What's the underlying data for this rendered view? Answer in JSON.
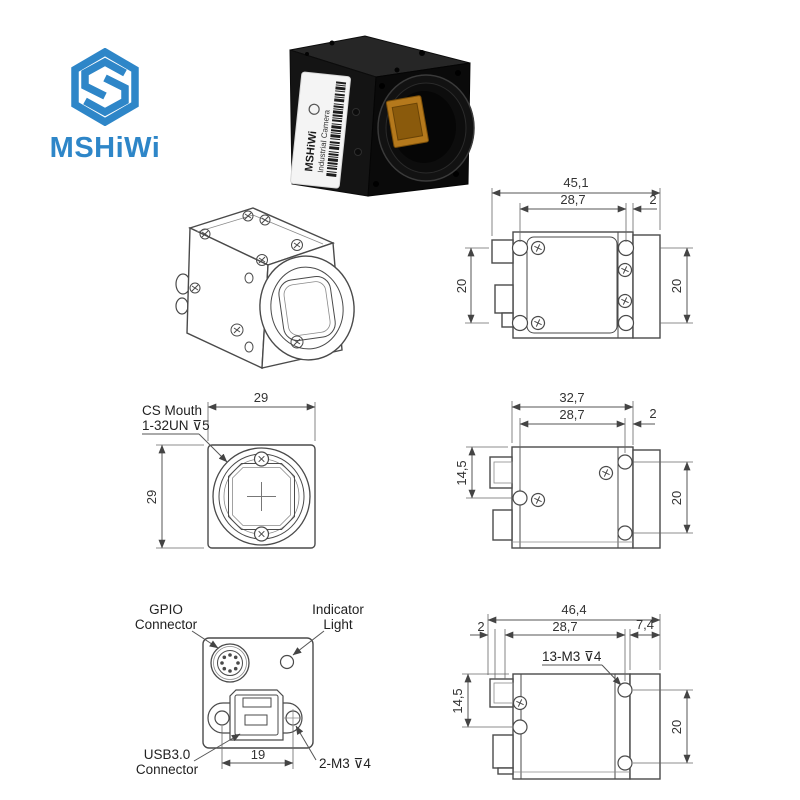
{
  "brand": {
    "name": "MSHiWi"
  },
  "colors": {
    "brand_blue": "#2E86C8",
    "drawing_line": "#4A4A4A",
    "dimension_text": "#333333",
    "sensor_orange": "#B5791C",
    "camera_body": "#111111"
  },
  "product_photo": {
    "label_brand": "MSHiWi",
    "label_product": "Industrial Camera"
  },
  "drawings": {
    "top_view": {
      "dim_total_width": "45,1",
      "dim_screw_spacing": "28,7",
      "dim_edge_offset": "2",
      "dim_left_height": "20",
      "dim_right_height": "20"
    },
    "front_view": {
      "dim_width": "29",
      "dim_height": "29",
      "mount_label_line1": "CS Mouth",
      "mount_label_line2": "1-32UN ⊽5"
    },
    "side_view": {
      "dim_total_width": "32,7",
      "dim_screw_spacing": "28,7",
      "dim_edge_offset": "2",
      "dim_connector_height": "14,5",
      "dim_screw_height": "20"
    },
    "rear_view": {
      "gpio_label_line1": "GPIO",
      "gpio_label_line2": "Connector",
      "indicator_label_line1": "Indicator",
      "indicator_label_line2": "Light",
      "usb_label_line1": "USB3.0",
      "usb_label_line2": "Connector",
      "dim_screw_spacing": "19",
      "thread_note": "2-M3 ⊽4"
    },
    "rear_side_view": {
      "dim_total_width": "46,4",
      "dim_screw_spacing": "28,7",
      "dim_edge_offset": "2",
      "dim_front_depth": "7,4",
      "thread_note": "13-M3 ⊽4",
      "dim_connector_height": "14,5",
      "dim_screw_height": "20"
    }
  }
}
